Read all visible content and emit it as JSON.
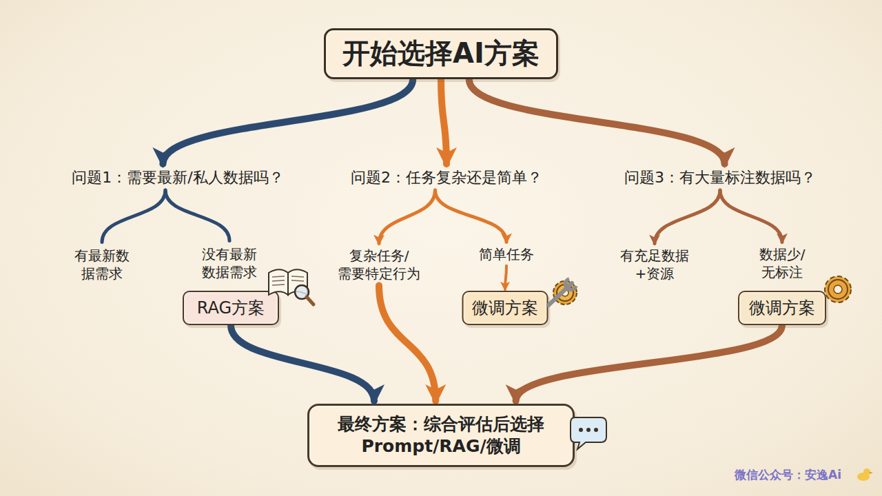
{
  "diagram": {
    "nodes": [
      {
        "text": [
          "开始选择AI方案"
        ]
      },
      {
        "text": [
          "问题1：需要最新/私人数据吗？"
        ]
      },
      {
        "text": [
          "问题2：任务复杂还是简单？"
        ]
      },
      {
        "text": [
          "问题3：有大量标注数据吗？"
        ]
      },
      {
        "text": [
          "有最新数 据需求"
        ]
      },
      {
        "text": [
          "没有最新 数据需求"
        ]
      },
      {
        "text": [
          "RAG方案"
        ]
      },
      {
        "text": [
          "复杂任务/ 需要特定行为"
        ]
      },
      {
        "text": [
          "简单任务"
        ]
      },
      {
        "text": [
          "微调方案"
        ]
      },
      {
        "text": [
          "有充足数据 +资源"
        ]
      },
      {
        "text": [
          "数据少/ 无标注"
        ]
      },
      {
        "text": [
          "微调方案"
        ]
      },
      {
        "text": [
          "最终方案：综合评估后选择 Prompt/RAG/微调"
        ]
      }
    ],
    "edges": [
      {
        "from": 0,
        "to": 1,
        "arrow": "to"
      },
      {
        "from": 0,
        "to": 2,
        "arrow": "to"
      },
      {
        "from": 0,
        "to": 3,
        "arrow": "to"
      },
      {
        "from": 1,
        "to": 4,
        "arrow": "none"
      },
      {
        "from": 1,
        "to": 5,
        "arrow": "none"
      },
      {
        "from": 2,
        "to": 7,
        "arrow": "to"
      },
      {
        "from": 2,
        "to": 8,
        "arrow": "to"
      },
      {
        "from": 3,
        "to": 10,
        "arrow": "to"
      },
      {
        "from": 3,
        "to": 11,
        "arrow": "to"
      },
      {
        "from": 8,
        "to": 9,
        "arrow": "to"
      },
      {
        "from": 6,
        "to": 13,
        "arrow": "to"
      },
      {
        "from": 7,
        "to": 13,
        "arrow": "to"
      },
      {
        "from": 12,
        "to": 13,
        "arrow": "to"
      }
    ],
    "labels": [
      "微信公众号：安逸Ai"
    ]
  }
}
